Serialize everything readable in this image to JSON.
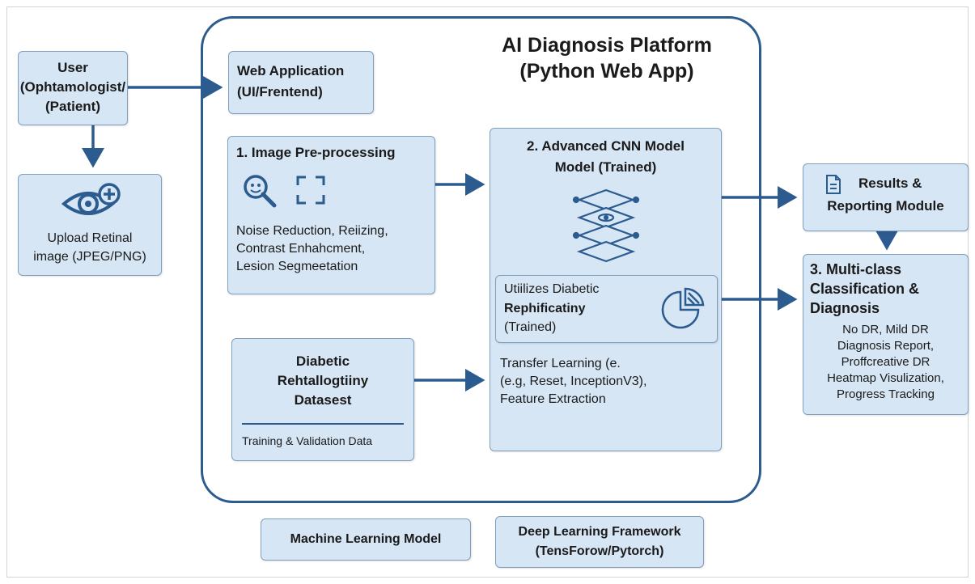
{
  "platform": {
    "title_line1": "AI Diagnosis Platform",
    "title_line2": "(Python Web App)"
  },
  "user_box": {
    "line1": "User",
    "line2": "(Ophtamologist/",
    "line3": "(Patient)"
  },
  "upload_box": {
    "line1": "Upload Retinal",
    "line2": "image (JPEG/PNG)",
    "icon": "eye-plus-icon"
  },
  "web_app_box": {
    "line1": "Web Application",
    "line2": "(UI/Frentend)"
  },
  "preprocess_box": {
    "title": "1. Image Pre-processing",
    "line1": "Noise Reduction, Reiizing,",
    "line2": "Contrast Enhahcment,",
    "line3": "Lesion Segmeetation",
    "icons": [
      "magnify-icon",
      "crop-frame-icon"
    ]
  },
  "cnn_box": {
    "title_line1": "2. Advanced CNN Model",
    "title_line2": "Model (Trained)",
    "icon": "layers-network-icon",
    "inner_line1": "Utiilizes Diabetic",
    "inner_line2": "Rephificatiny",
    "inner_line3": "(Trained)",
    "inner_icon": "pie-chart-icon",
    "text_line1": "Transfer Learning (e.",
    "text_line2": "(e.g, Reset, InceptionV3),",
    "text_line3": "Feature Extraction"
  },
  "dataset_box": {
    "line1": "Diabetic",
    "line2": "Rehtallogtiiny",
    "line3": "Datasest",
    "footer": "Training & Validation Data"
  },
  "results_box": {
    "line1": "Results &",
    "line2": "Reporting Module",
    "icon": "document-icon"
  },
  "classification_box": {
    "title_line1": "3. Multi-class",
    "title_line2": "Classification &",
    "title_line3": "Diagnosis",
    "line1": "No DR, Mild DR",
    "line2": "Diagnosis Report,",
    "line3": "Proffcreative DR",
    "line4": "Heatmap Visulization,",
    "line5": "Progress Tracking"
  },
  "ml_box": {
    "label": "Machine Learning Model"
  },
  "dl_box": {
    "line1": "Deep Learning Framework",
    "line2": "(TensForow/Pytorch)"
  },
  "colors": {
    "box_fill": "#d6e6f5",
    "box_border": "#7f9fbf",
    "arrow": "#2c5c8f",
    "platform_border": "#2c5c8f"
  }
}
